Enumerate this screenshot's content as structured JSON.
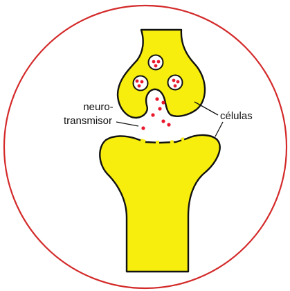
{
  "labels": {
    "neuro_line1": "neuro-",
    "neuro_line2": "transmisor",
    "cells": "células"
  },
  "colors": {
    "frame_circle": "#d42a2a",
    "cell_fill": "#f7ee0e",
    "outline": "#111111",
    "vesicle_fill": "#ffffff",
    "neurotransmitter": "#e8192c",
    "background": "#ffffff"
  },
  "icons": {
    "frame": "red-circle-frame",
    "presynaptic": "presynaptic-terminal",
    "postsynaptic": "postsynaptic-dendrite",
    "vesicle": "synaptic-vesicle",
    "molecule": "neurotransmitter-dot"
  }
}
